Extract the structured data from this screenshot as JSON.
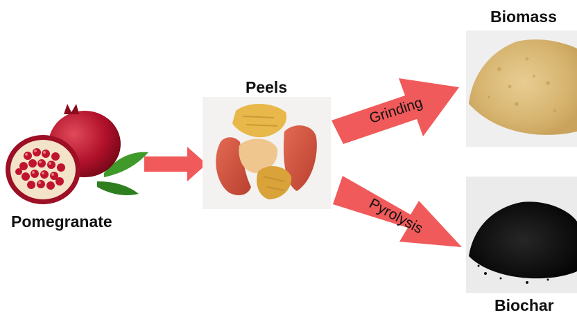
{
  "labels": {
    "pomegranate": "Pomegranate",
    "peels": "Peels",
    "biomass": "Biomass",
    "biochar": "Biochar"
  },
  "arrows": {
    "grinding": "Grinding",
    "pyrolysis": "Pyrolysis"
  },
  "colors": {
    "arrow": "#f05a5a",
    "arrow_text": "#111111",
    "biomass_powder": "#d9b877",
    "biochar_powder": "#111111",
    "pomegranate": "#b0102a"
  }
}
